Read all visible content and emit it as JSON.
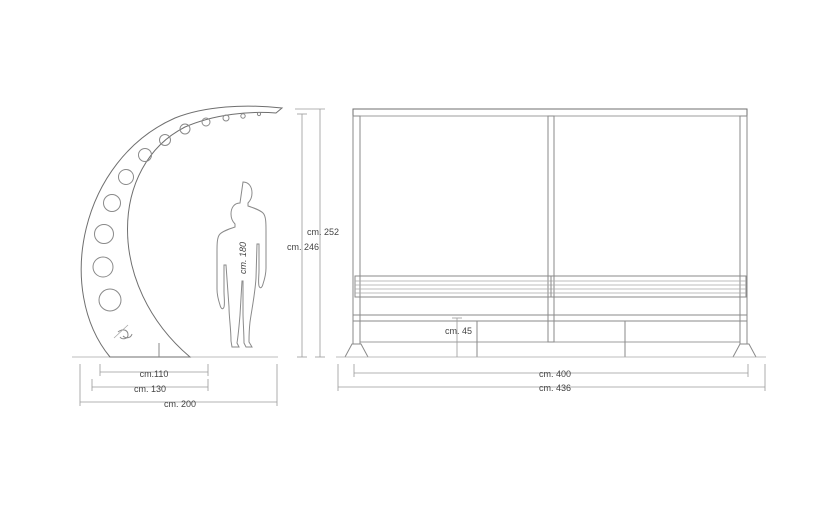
{
  "side_view": {
    "person_height": "cm. 180",
    "height_outer": "cm. 252",
    "height_inner": "cm. 246",
    "width_base": "cm.110",
    "width_mid": "cm. 130",
    "width_total": "cm. 200"
  },
  "front_view": {
    "bench_height": "cm. 45",
    "width_inner": "cm. 400",
    "width_total": "cm. 436"
  },
  "colors": {
    "line": "#8a8a8a",
    "dimension": "#9a9a9a",
    "text": "#444444"
  }
}
